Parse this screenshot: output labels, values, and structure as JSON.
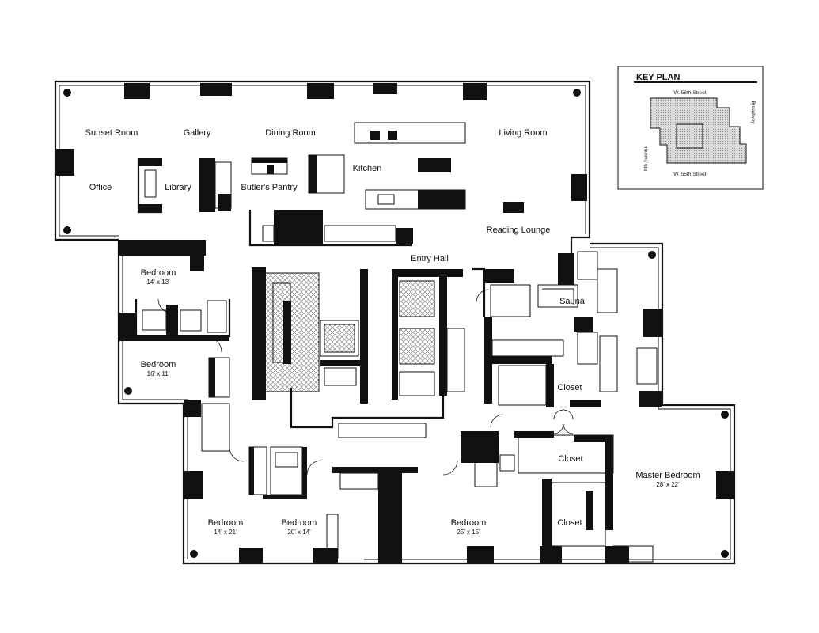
{
  "floor_plan": {
    "rooms": [
      {
        "id": "sunset-room",
        "name": "Sunset Room",
        "size": ""
      },
      {
        "id": "gallery",
        "name": "Gallery",
        "size": ""
      },
      {
        "id": "dining-room",
        "name": "Dining Room",
        "size": ""
      },
      {
        "id": "living-room",
        "name": "Living Room",
        "size": ""
      },
      {
        "id": "kitchen",
        "name": "Kitchen",
        "size": ""
      },
      {
        "id": "office",
        "name": "Office",
        "size": ""
      },
      {
        "id": "library",
        "name": "Library",
        "size": ""
      },
      {
        "id": "butlers-pantry",
        "name": "Butler's Pantry",
        "size": ""
      },
      {
        "id": "reading-lounge",
        "name": "Reading Lounge",
        "size": ""
      },
      {
        "id": "entry-hall",
        "name": "Entry Hall",
        "size": ""
      },
      {
        "id": "bedroom-1",
        "name": "Bedroom",
        "size": "14' x 13'"
      },
      {
        "id": "bedroom-2",
        "name": "Bedroom",
        "size": "16' x 11'"
      },
      {
        "id": "sauna",
        "name": "Sauna",
        "size": ""
      },
      {
        "id": "closet-1",
        "name": "Closet",
        "size": ""
      },
      {
        "id": "closet-2",
        "name": "Closet",
        "size": ""
      },
      {
        "id": "closet-3",
        "name": "Closet",
        "size": ""
      },
      {
        "id": "master-bedroom",
        "name": "Master Bedroom",
        "size": "28' x 22'"
      },
      {
        "id": "bedroom-3",
        "name": "Bedroom",
        "size": "14' x 21'"
      },
      {
        "id": "bedroom-4",
        "name": "Bedroom",
        "size": "20' x 14'"
      },
      {
        "id": "bedroom-5",
        "name": "Bedroom",
        "size": "25' x 15'"
      }
    ]
  },
  "key_plan": {
    "title": "KEY PLAN",
    "streets": {
      "north": "W. 56th Street",
      "south": "W. 55th Street",
      "west": "8th Avenue",
      "east": "Broadway"
    }
  }
}
